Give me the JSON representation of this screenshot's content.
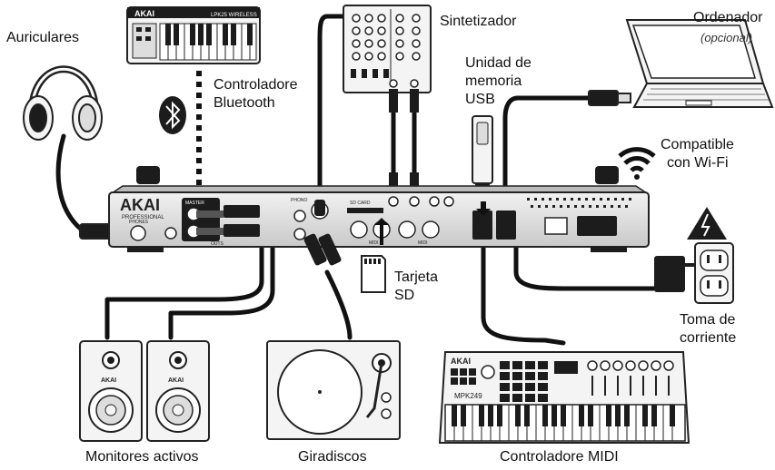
{
  "labels": {
    "headphones": "Auriculares",
    "bt_controller_l1": "Controladore",
    "bt_controller_l2": "Bluetooth",
    "synth": "Sintetizador",
    "computer": "Ordenador",
    "computer_note": "(opcional)",
    "usb_l1": "Unidad de",
    "usb_l2": "memoria",
    "usb_l3": "USB",
    "wifi_l1": "Compatible",
    "wifi_l2": "con Wi-Fi",
    "sd_l1": "Tarjeta",
    "sd_l2": "SD",
    "outlet_l1": "Toma de",
    "outlet_l2": "corriente",
    "monitors": "Monitores activos",
    "turntable": "Giradiscos",
    "midi_controller": "Controladore MIDI"
  },
  "device_text": {
    "lpk_brand": "AKAI",
    "lpk_model": "LPK25 WIRELESS",
    "main_brand": "AKAI",
    "main_sub": "PROFESSIONAL",
    "phones": "PHONES",
    "master": "MASTER",
    "outs": "OUTS",
    "phono": "PHONO",
    "sd_card": "SD CARD",
    "midi": "MIDI",
    "monitor_brand": "AKAI",
    "mpk_brand": "AKAI",
    "mpk_model": "MPK249"
  },
  "colors": {
    "cable": "#111111",
    "device_outline": "#222222",
    "device_fill": "#f4f4f4",
    "dark_fill": "#1c1c1c"
  }
}
